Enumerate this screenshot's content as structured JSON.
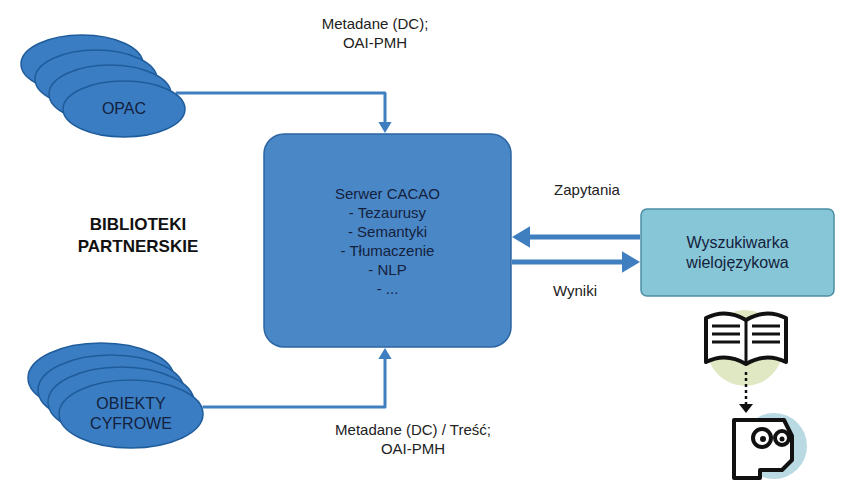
{
  "diagram": {
    "nodes": [
      {
        "text": [
          "OPAC"
        ]
      },
      {
        "text": [
          "OBIEKTY CYFROWE"
        ]
      },
      {
        "text": [
          "Serwer CACAO",
          "- Tezaurusy",
          "- Semantyki",
          "- Tłumaczenie",
          "- NLP",
          "- ..."
        ]
      },
      {
        "text": [
          "Wyszukiwarka wielojęzykowa"
        ]
      }
    ],
    "edges": [
      {
        "from": 0,
        "to": 2,
        "arrow": "to",
        "label": "Metadane (DC); OAI-PMH"
      },
      {
        "from": 1,
        "to": 2,
        "arrow": "to",
        "label": "Metadane (DC) / Treść; OAI-PMH"
      },
      {
        "from": 3,
        "to": 2,
        "arrow": "to",
        "label": "Zapytania"
      },
      {
        "from": 2,
        "to": 3,
        "arrow": "to",
        "label": "Wyniki"
      }
    ],
    "labels": [
      "BIBLIOTEKI PARTNERSKIE"
    ]
  }
}
